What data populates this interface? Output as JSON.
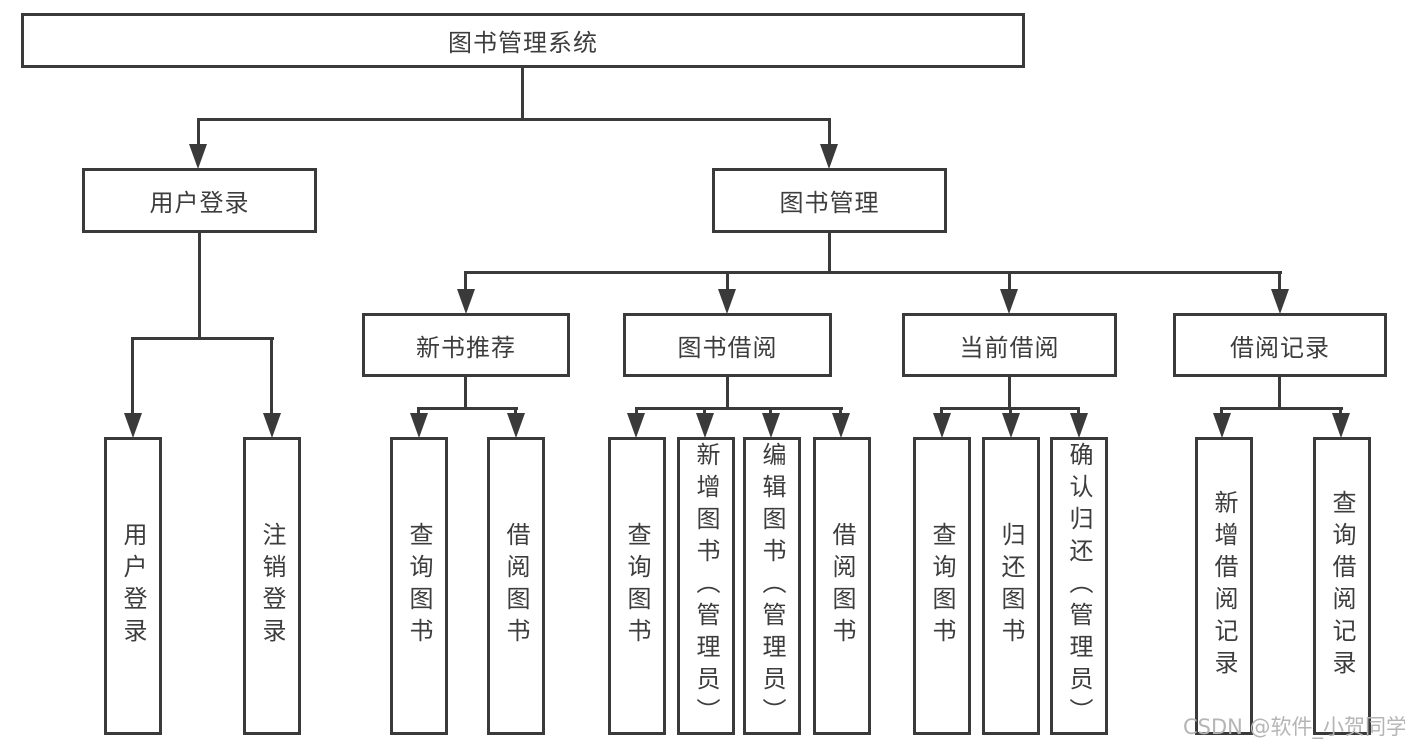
{
  "diagram": {
    "root": {
      "label": "图书管理系统"
    },
    "level2": [
      {
        "label": "用户登录"
      },
      {
        "label": "图书管理"
      }
    ],
    "level3": [
      {
        "label": "新书推荐"
      },
      {
        "label": "图书借阅"
      },
      {
        "label": "当前借阅"
      },
      {
        "label": "借阅记录"
      }
    ],
    "leaves": [
      {
        "label": "用户登录"
      },
      {
        "label": "注销登录"
      },
      {
        "label": "查询图书"
      },
      {
        "label": "借阅图书"
      },
      {
        "label": "查询图书"
      },
      {
        "label": "新增图书（管理员）"
      },
      {
        "label": "编辑图书（管理员）"
      },
      {
        "label": "借阅图书"
      },
      {
        "label": "查询图书"
      },
      {
        "label": "归还图书"
      },
      {
        "label": "确认归还（管理员）"
      },
      {
        "label": "新增借阅记录"
      },
      {
        "label": "查询借阅记录"
      }
    ],
    "watermark": "CSDN @软件_小贺同学",
    "colors": {
      "line": "#3a3a3a",
      "text": "#3d3d3d",
      "watermark": "#b5b5b5",
      "background": "#ffffff"
    }
  }
}
